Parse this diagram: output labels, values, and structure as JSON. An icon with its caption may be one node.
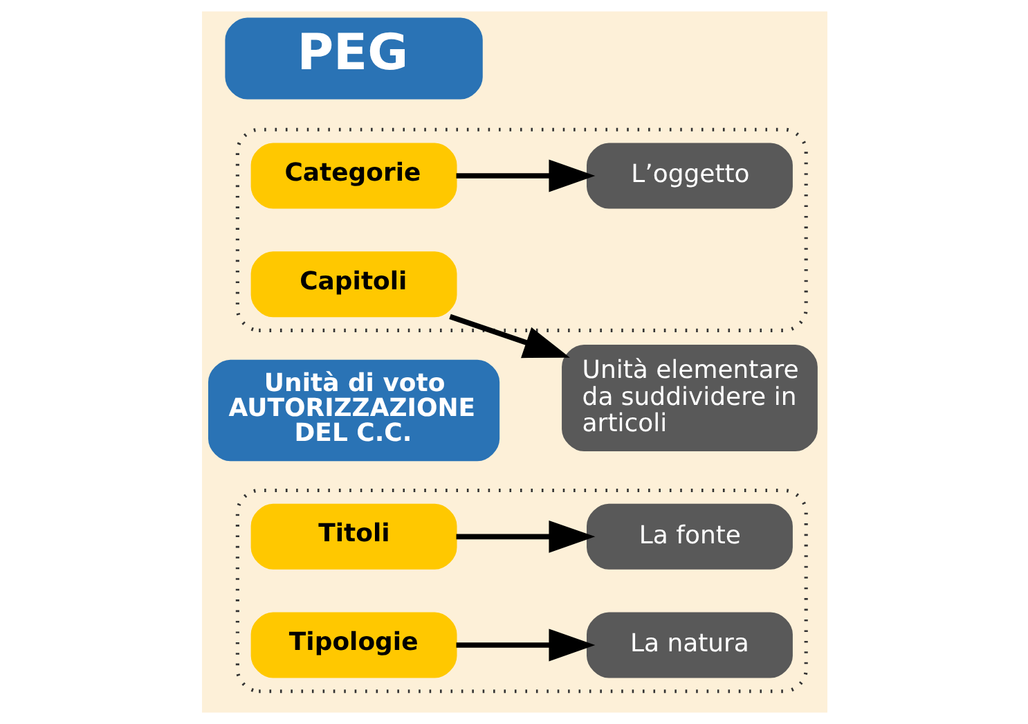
{
  "diagram": {
    "nodes": [
      {
        "text": [],
        "shape": "ellipse"
      },
      {
        "text": [
          "Titoli"
        ],
        "in": 0
      },
      {
        "text": [
          "La fonte"
        ],
        "in": 0
      },
      {
        "text": [
          "Tipologie"
        ],
        "in": 0
      },
      {
        "text": [
          "La natura"
        ],
        "in": 0
      },
      {
        "text": [
          "Unità di voto AUTORIZZAZIONE DEL C.C."
        ]
      },
      {
        "text": [],
        "shape": "ellipse"
      },
      {
        "text": [
          "Categorie"
        ],
        "in": 6
      },
      {
        "text": [
          "L’oggetto"
        ],
        "in": 6
      },
      {
        "text": [
          "Capitoli"
        ],
        "in": 6
      },
      {
        "text": [
          "Unità elementare da suddividere in articoli"
        ]
      },
      {
        "text": [
          "PEG"
        ]
      }
    ],
    "edges": [
      {
        "from": 1,
        "to": 2,
        "arrow": "to"
      },
      {
        "from": 3,
        "to": 4,
        "arrow": "to"
      },
      {
        "from": 7,
        "to": 8,
        "arrow": "to"
      },
      {
        "from": 9,
        "to": 10,
        "arrow": "to"
      }
    ]
  }
}
